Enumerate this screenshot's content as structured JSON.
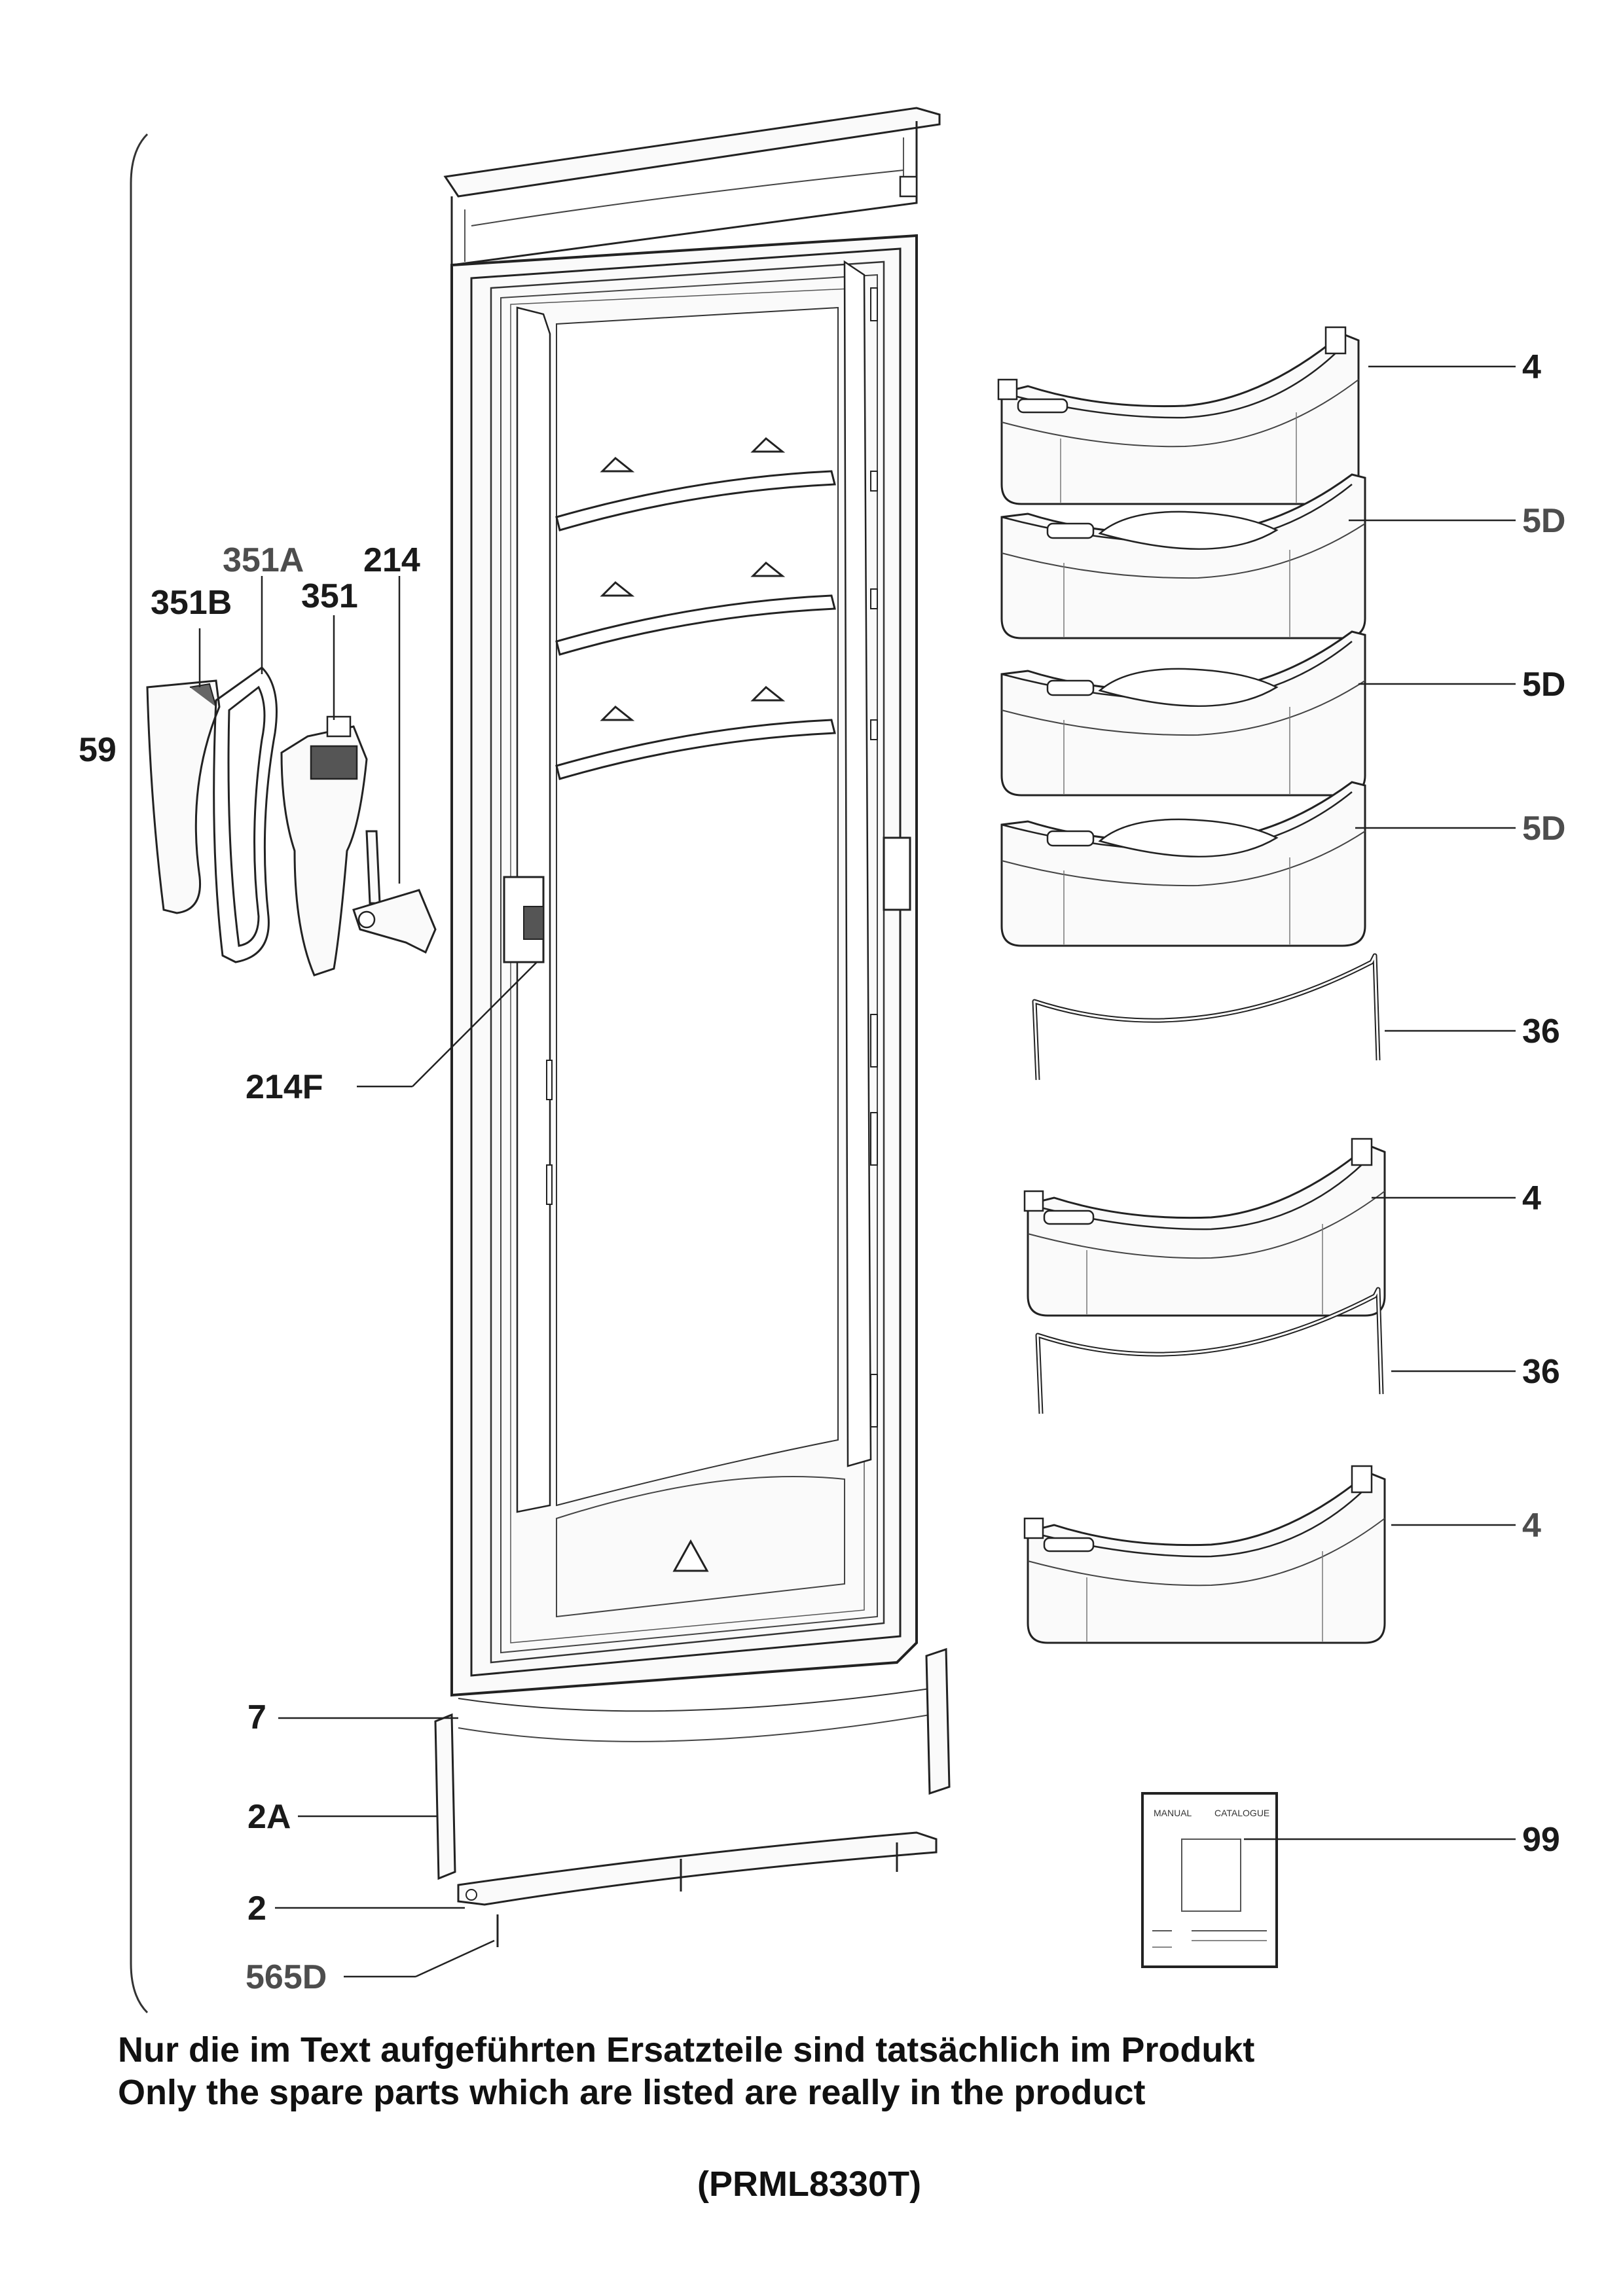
{
  "labels": {
    "part_4_top": "4",
    "part_5d_1": "5D",
    "part_5d_2": "5D",
    "part_5d_3": "5D",
    "part_36_top": "36",
    "part_4_mid": "4",
    "part_36_bottom": "36",
    "part_4_bottom": "4",
    "part_99": "99",
    "part_351a": "351A",
    "part_214": "214",
    "part_351b": "351B",
    "part_351": "351",
    "part_59": "59",
    "part_214f": "214F",
    "part_7": "7",
    "part_2a": "2A",
    "part_2": "2",
    "part_565d": "565D"
  },
  "notes": {
    "line_de": "Nur die im Text aufgeführten Ersatzteile sind tatsächlich im Produkt",
    "line_en": "Only the spare parts which are listed are really in the product",
    "model": "(PRML8330T)"
  },
  "manual": {
    "header_left": "MANUAL",
    "header_right": "CATALOGUE"
  },
  "colors": {
    "line": "#222222",
    "label": "#1a1a1a",
    "label_gray": "#4d4d4d"
  }
}
